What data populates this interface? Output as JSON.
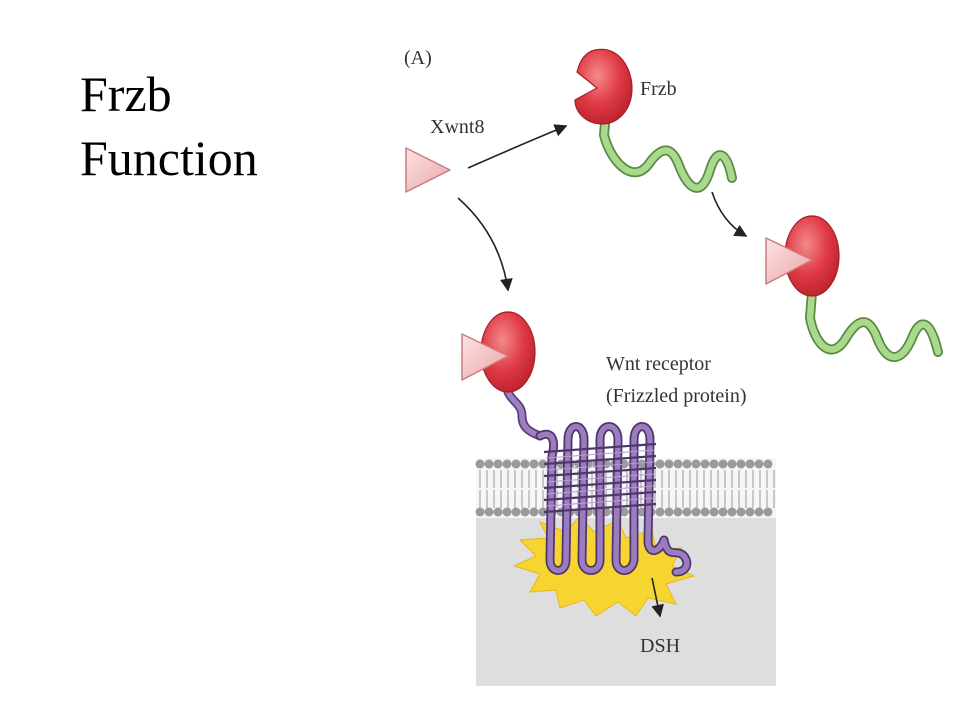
{
  "slide": {
    "title_line1": "Frzb",
    "title_line2": "Function"
  },
  "diagram": {
    "panel_label": "(A)",
    "xwnt8_label": "Xwnt8",
    "frzb_label": "Frzb",
    "receptor_label_line1": "Wnt receptor",
    "receptor_label_line2": "(Frizzled protein)",
    "dsh_label": "DSH"
  },
  "colors": {
    "wnt_ligand": "#f3b8b8",
    "crd_domain": "#e03a44",
    "frzb_tail": "#9ed07f",
    "frizzled_protein": "#8a6aa8",
    "membrane_lipid": "#9a9a9a",
    "cytoplasm": "#dedede",
    "signal_burst": "#f7d531"
  }
}
